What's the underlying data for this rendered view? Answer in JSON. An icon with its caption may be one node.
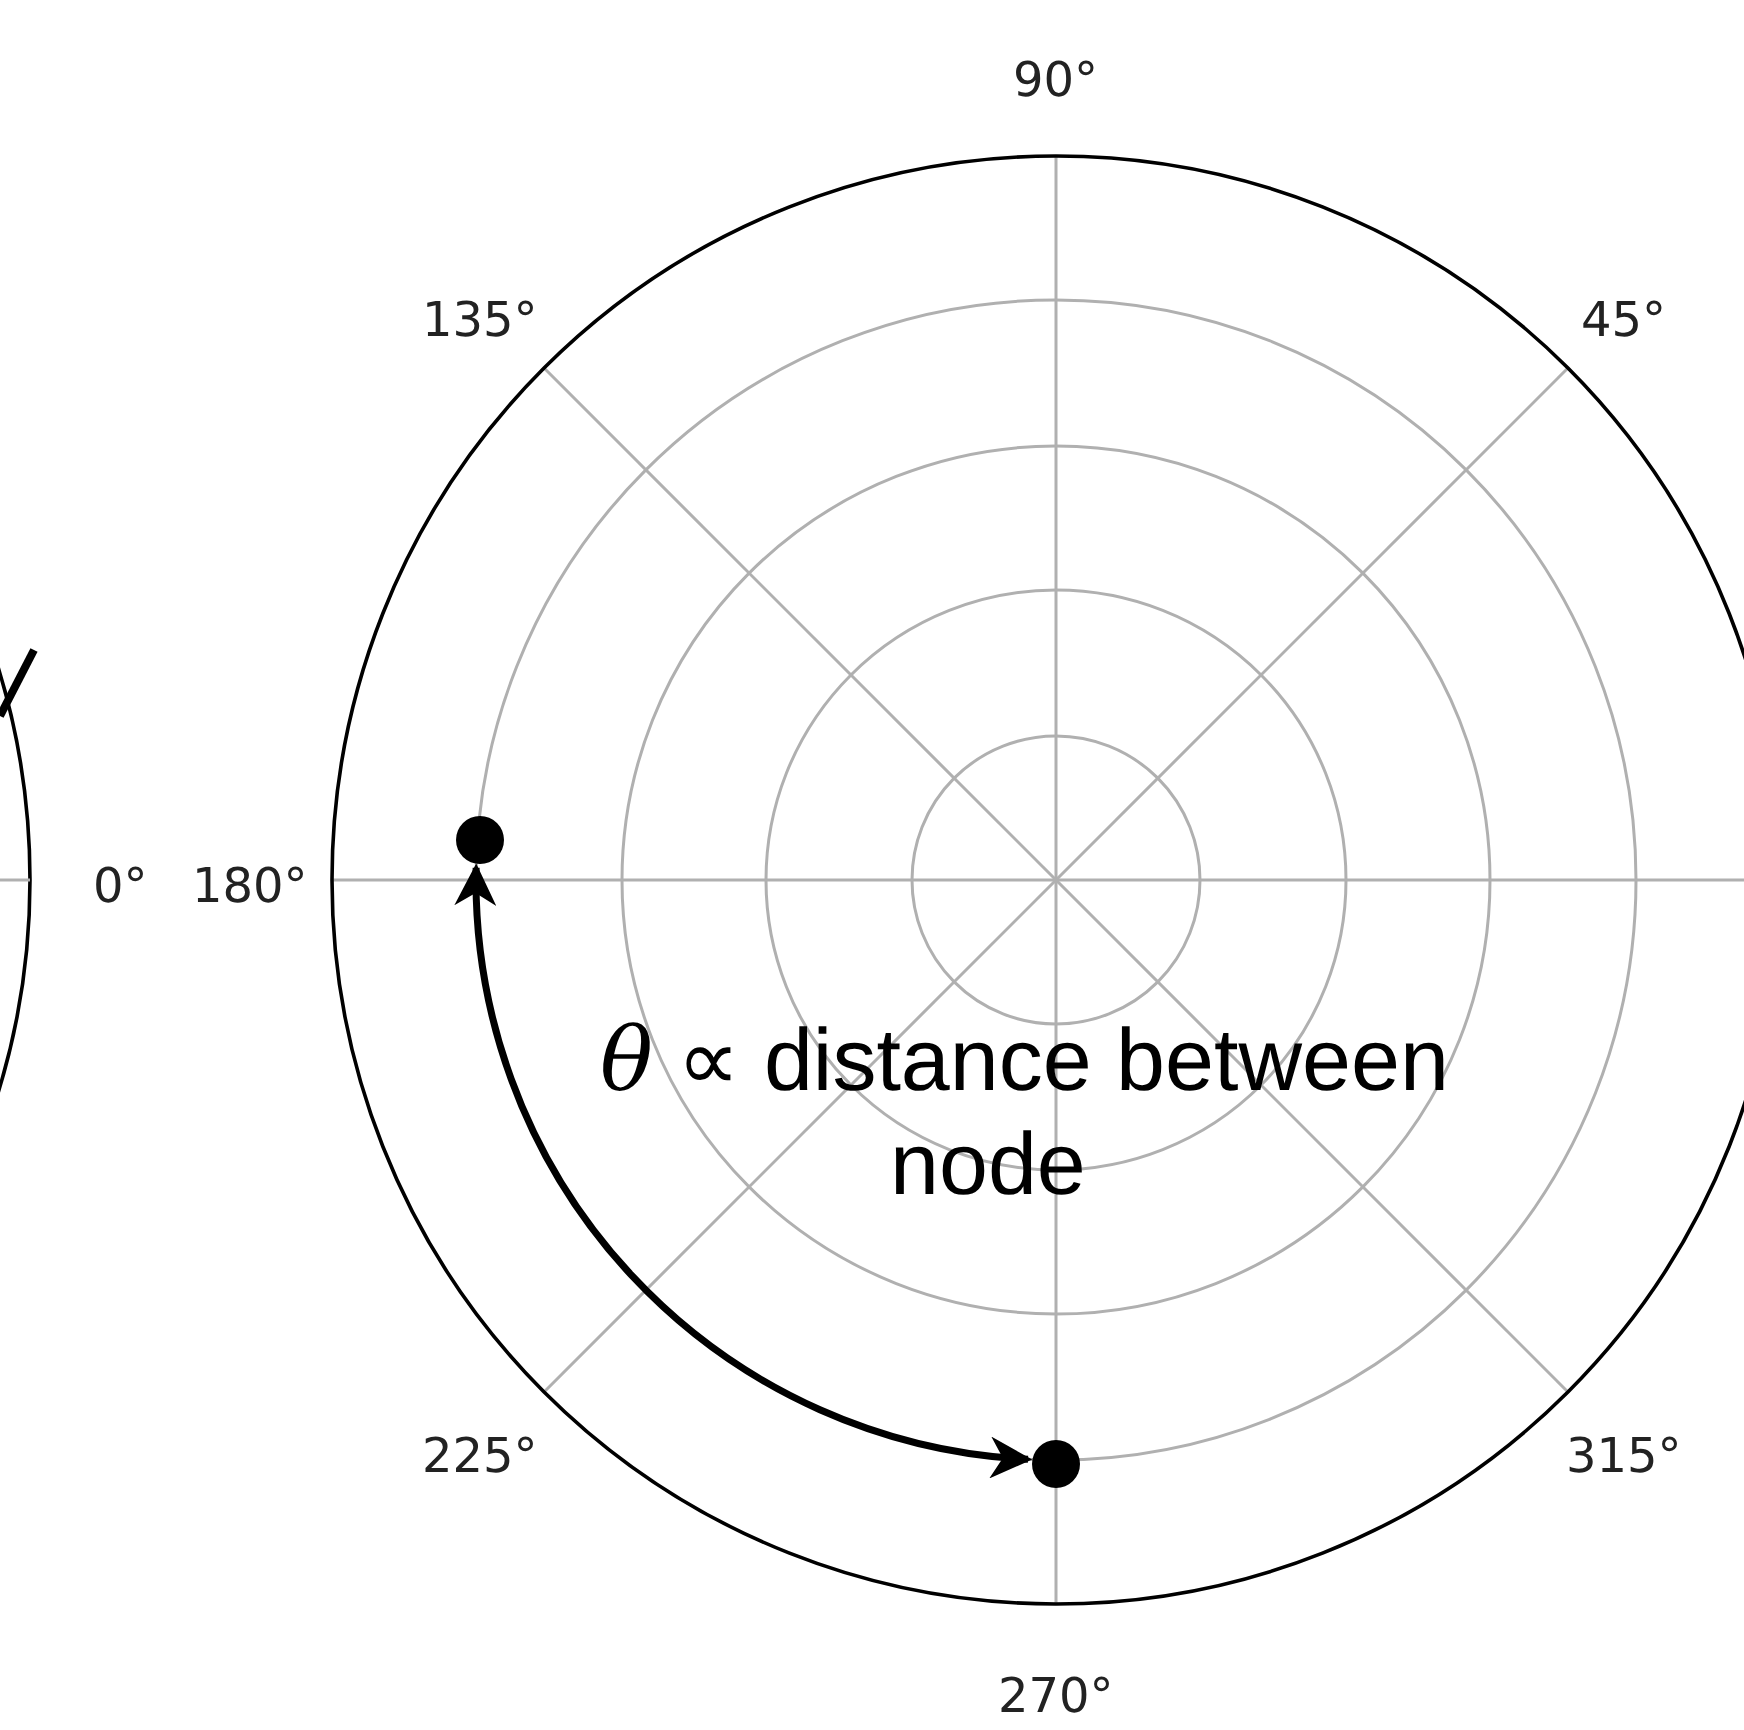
{
  "diagram": {
    "nodes": [
      {
        "text": [],
        "shape": "circle"
      },
      {
        "text": [],
        "shape": "circle"
      }
    ],
    "edges": [
      {
        "from": 1,
        "to": 0,
        "arrow": "both"
      }
    ],
    "labels": [
      "90°",
      "135°",
      "45°",
      "0°",
      "180°",
      "*θ* ∝ distance between node",
      "225°",
      "315°",
      "270°"
    ]
  }
}
